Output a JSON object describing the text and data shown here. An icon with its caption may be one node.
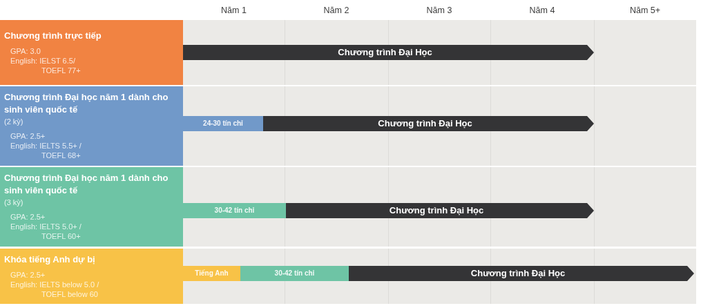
{
  "diagram": {
    "nodes": [
      {
        "text": [
          "Chương trình trực tiếp",
          "GPA: 3.0",
          "English: IELST 6.5/ TOEFL 77+"
        ]
      },
      {
        "text": [
          "Chương trình Đại Học"
        ]
      },
      {
        "text": [
          "Chương trình Đại học năm 1 dành cho sinh viên quốc tế",
          "(2 kỳ)",
          "GPA: 2.5+",
          "English: IELTS 5.5+ / TOEFL 68+"
        ]
      },
      {
        "text": [
          "24-30 tín chỉ"
        ]
      },
      {
        "text": [
          "Chương trình Đại Học"
        ]
      },
      {
        "text": [
          "Chương trình Đại học năm 1 dành cho sinh viên quốc tế",
          "(3 kỳ)",
          "GPA: 2.5+",
          "English: IELTS 5.0+ / TOEFL 60+"
        ]
      },
      {
        "text": [
          "30-42 tín chỉ"
        ]
      },
      {
        "text": [
          "Chương trình Đại Học"
        ]
      },
      {
        "text": [
          "Khóa tiếng Anh dự bị",
          "GPA: 2.5+",
          "English: IELTS below 5.0 / TOEFL below 60"
        ]
      },
      {
        "text": [
          "Tiếng Anh"
        ]
      },
      {
        "text": [
          "30-42 tín chỉ"
        ]
      },
      {
        "text": [
          "Chương trình Đại Học"
        ]
      }
    ],
    "labels": [
      "Năm 1",
      "Năm 2",
      "Năm 3",
      "Năm 4",
      "Năm 5+"
    ]
  }
}
